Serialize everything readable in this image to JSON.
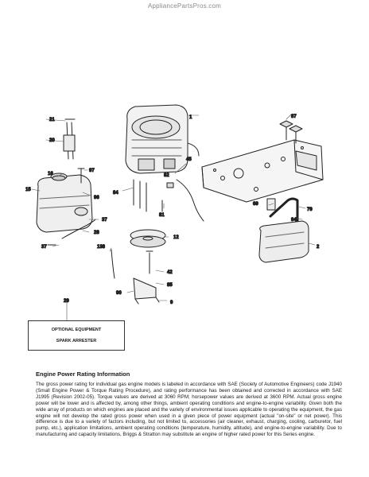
{
  "header": {
    "site": "AppliancePartsPros.com"
  },
  "callouts": {
    "c1": "1",
    "c2": "2",
    "c12": "12",
    "c15": "15",
    "c16": "16",
    "c20": "20",
    "c21": "21",
    "c28": "28",
    "c29": "29",
    "c37a": "37",
    "c37b": "37",
    "c42": "42",
    "c45": "45",
    "c69": "69",
    "c79": "79",
    "c81": "81",
    "c82": "82",
    "c84": "84",
    "c85": "85",
    "c87": "87",
    "c9": "9",
    "c90": "90",
    "c94": "94",
    "c96": "96",
    "c97": "97",
    "c138": "138"
  },
  "optional_box": {
    "line1": "OPTIONAL EQUIPMENT",
    "line2": "SPARK ARRESTER"
  },
  "engine_info": {
    "title": "Engine Power Rating Information",
    "body": "The gross power rating for individual gas engine models is labeled in accordance with SAE (Society of Automotive Engineers) code J1940 (Small Engine Power & Torque Rating Procedure), and rating performance has been obtained and corrected in accordance with SAE J1995 (Revision 2002-05). Torque values are derived at 3060 RPM; horsepower values are derived at 3600 RPM. Actual gross engine power will be lower and is affected by, among other things, ambient operating conditions and engine-to-engine variability. Given both the wide array of products on which engines are placed and the variety of environmental issues applicable to operating the equipment, the gas engine will not develop the rated gross power when used in a given piece of power equipment (actual \"on-site\" or net power). This difference is due to a variety of factors including, but not limited to, accessories (air cleaner, exhaust, charging, cooling, carburetor, fuel pump, etc.), application limitations, ambient operating conditions (temperature, humidity, altitude), and engine-to-engine variability. Due to manufacturing and capacity limitations, Briggs & Stratton may substitute an engine of higher rated power for this Series engine."
  }
}
